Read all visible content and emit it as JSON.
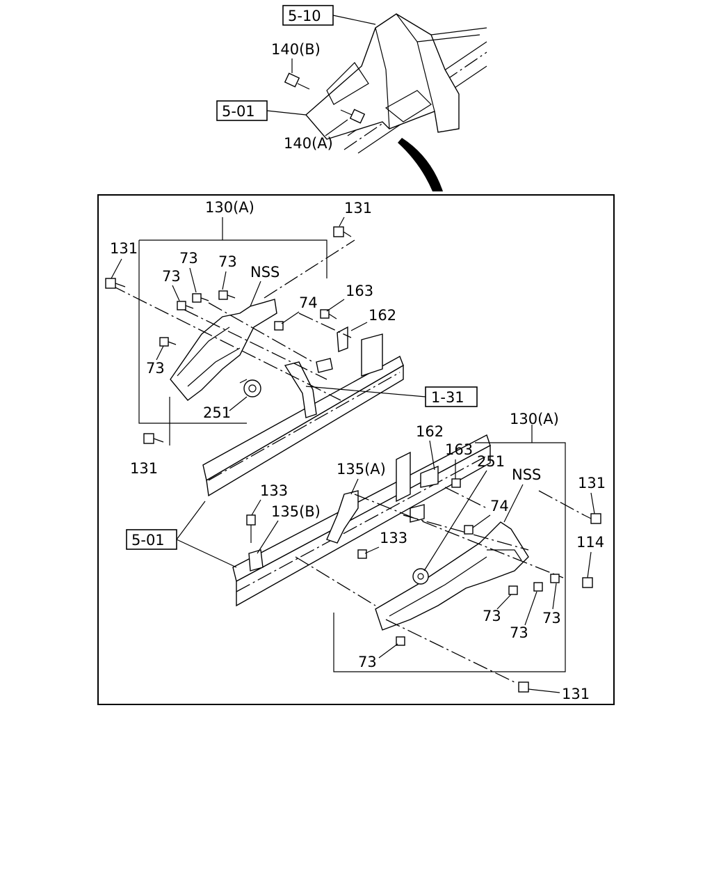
{
  "top_inset": {
    "ref_box_1": "5-10",
    "ref_box_2": "5-01",
    "bolt_b_label": "140(B)",
    "bolt_a_label": "140(A)"
  },
  "left_group": {
    "bracket_label": "130(A)",
    "nss_label": "NSS",
    "bolt_labels": [
      "131",
      "131",
      "131"
    ],
    "screw_labels": [
      "73",
      "73",
      "73",
      "73"
    ],
    "nut_label": "74",
    "clip_label": "251",
    "bolt_163_label": "163",
    "plate_162_label": "162",
    "ref_box_1_31": "1-31"
  },
  "right_group": {
    "bracket_label": "130(A)",
    "plate_162_label": "162",
    "bolt_163_label": "163",
    "clip_label": "251",
    "nss_label": "NSS",
    "nut_label": "74",
    "bolt_131_labels": [
      "131",
      "131"
    ],
    "bolt_114_label": "114",
    "stay_a_label": "135(A)",
    "stay_b_label": "135(B)",
    "bolt_133_labels": [
      "133",
      "133"
    ],
    "screw_labels": [
      "73",
      "73",
      "73",
      "73"
    ]
  },
  "frame_ref_box": "5-01"
}
